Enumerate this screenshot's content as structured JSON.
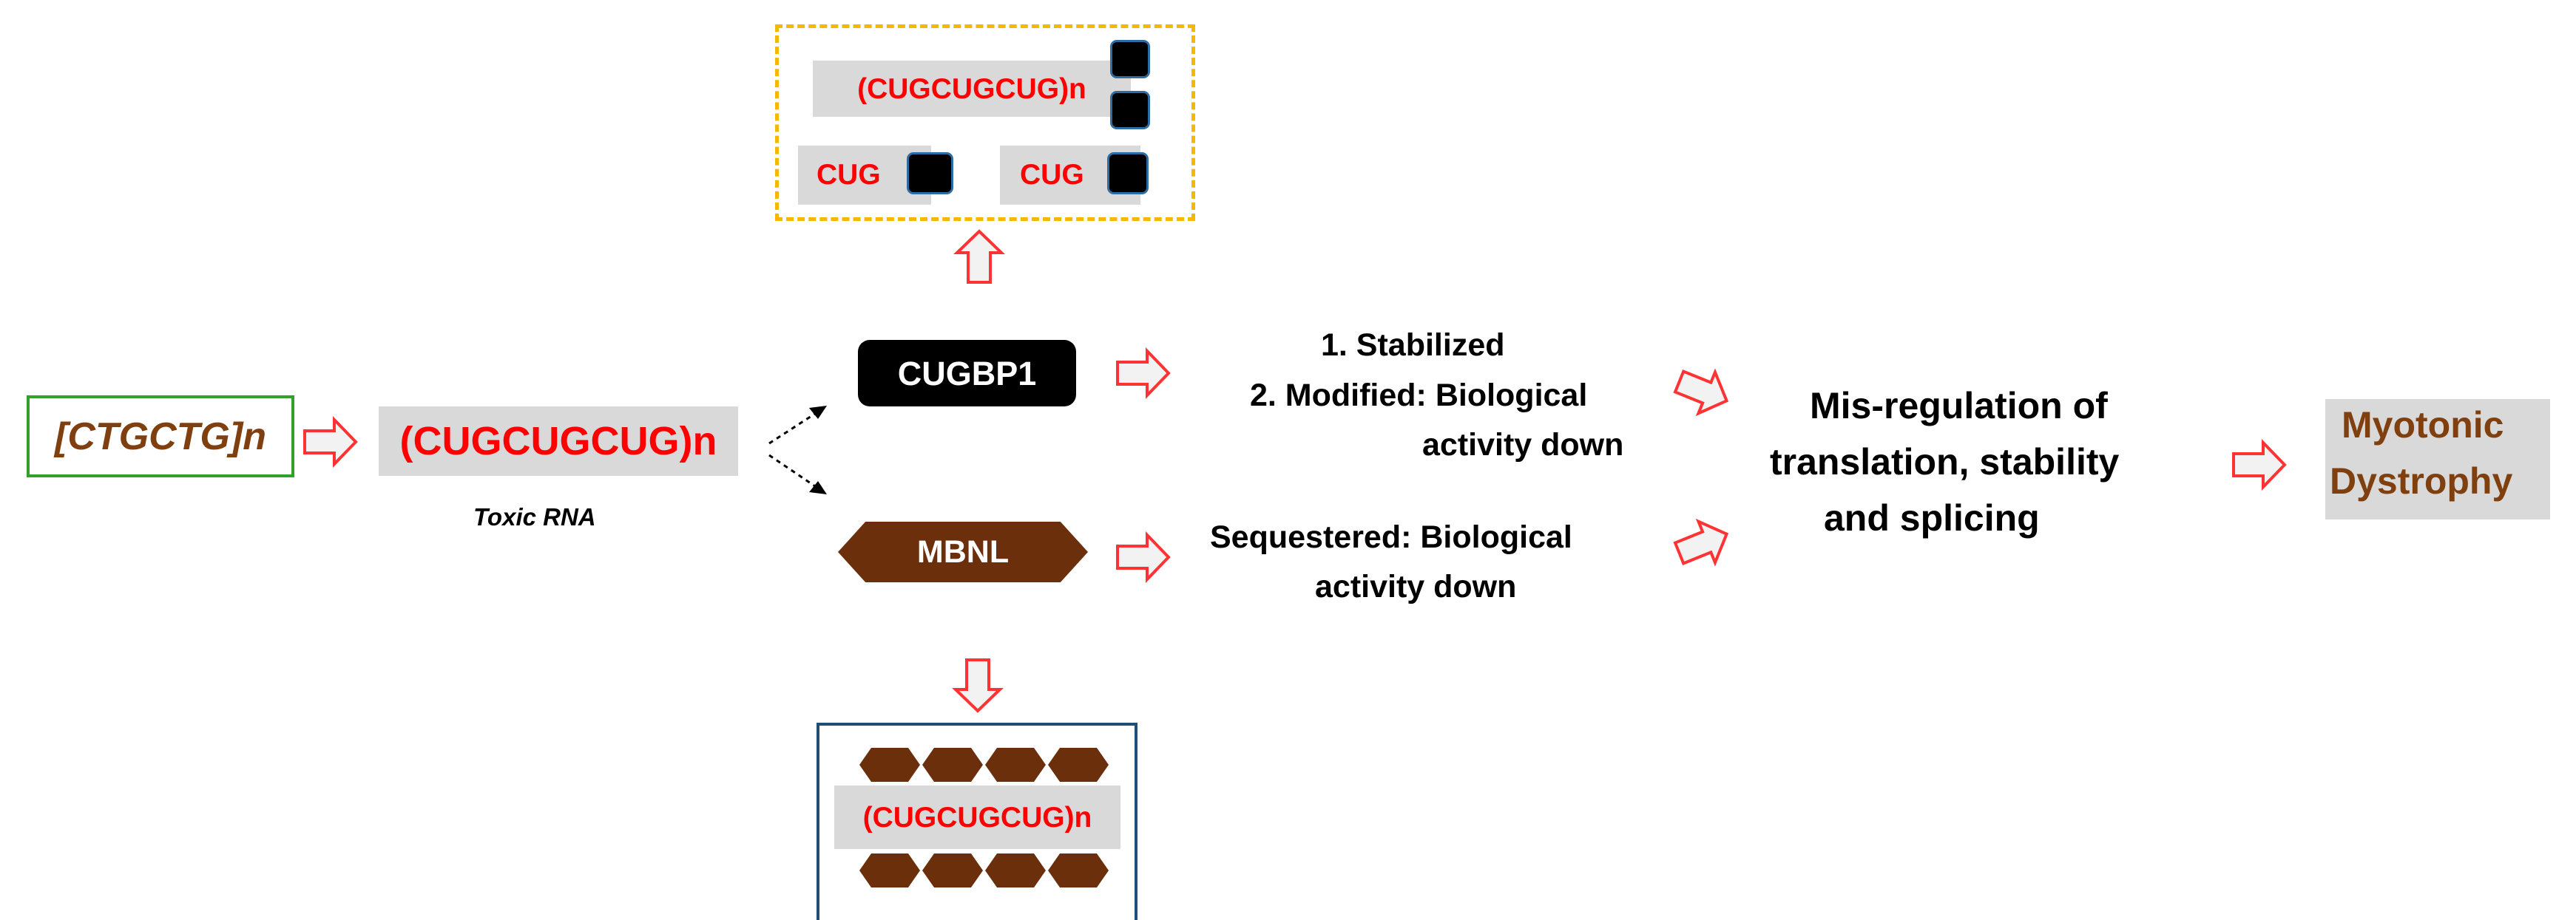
{
  "colors": {
    "red": "#ff0000",
    "brown": "#7f3f0f",
    "hexagon": "#6b2f0c",
    "grey_box": "#d9d9d9",
    "green_border": "#33a02c",
    "orange_dashed_border": "#f5b800",
    "blue_border": "#1f4e79",
    "arrow_fill": "#f2f2f2",
    "arrow_stroke": "#ff3333"
  },
  "dna_repeat": "[CTGCTG]n",
  "toxic_rna": {
    "label": "(CUGCUGCUG)n",
    "caption": "Toxic RNA"
  },
  "cugbp1": {
    "label": "CUGBP1",
    "effects": [
      "1. Stabilized",
      "2. Modified: Biological",
      "activity down"
    ]
  },
  "mbnl": {
    "label": "MBNL",
    "effects": [
      "Sequestered: Biological",
      "activity down"
    ]
  },
  "cugbp1_binding": {
    "long_repeat": "(CUGCUGCUG)n",
    "short_repeats": [
      "CUG",
      "CUG"
    ]
  },
  "mbnl_sequestration": {
    "repeat": "(CUGCUGCUG)n"
  },
  "misregulation": [
    "Mis-regulation of",
    "translation, stability",
    "and splicing"
  ],
  "outcome": [
    "Myotonic",
    "Dystrophy"
  ]
}
